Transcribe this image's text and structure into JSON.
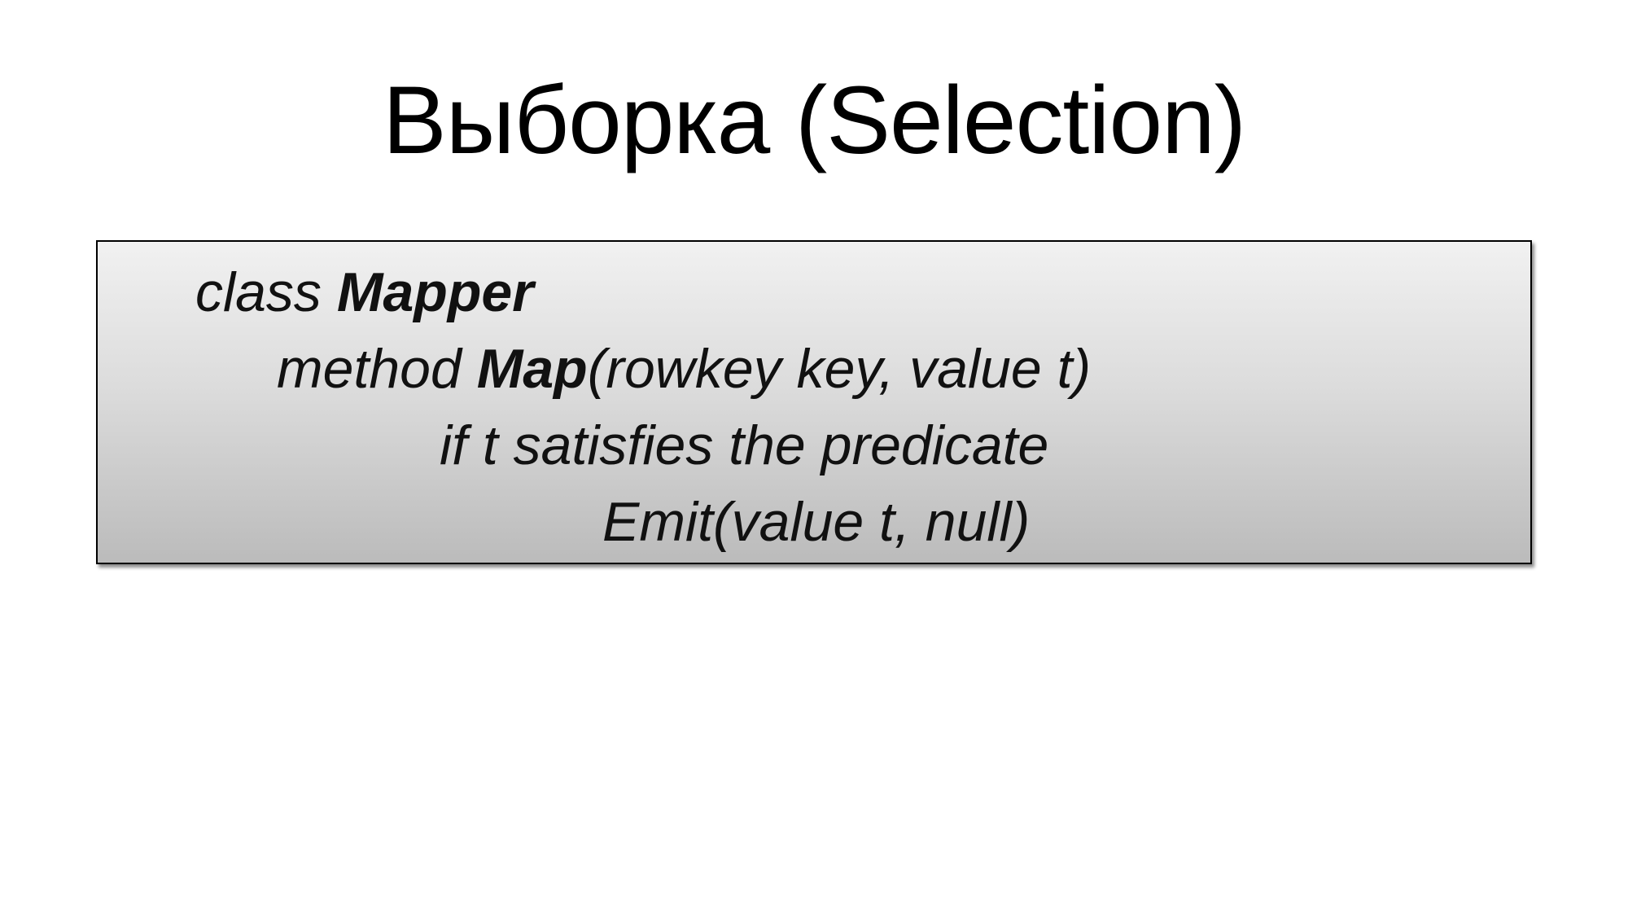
{
  "slide": {
    "title": "Выборка (Selection)"
  },
  "code": {
    "line1": {
      "keyword": "class ",
      "name": "Mapper",
      "rest": ""
    },
    "line2": {
      "keyword": "method ",
      "name": "Map",
      "rest": "(rowkey key, value t)"
    },
    "line3": {
      "text": "if t satisfies the predicate"
    },
    "line4": {
      "text": "Emit(value t, null)"
    }
  },
  "colors": {
    "background": "#ffffff",
    "box_border": "#000000",
    "box_gradient_top": "#f1f1f1",
    "box_gradient_bottom": "#bbbbbb"
  }
}
